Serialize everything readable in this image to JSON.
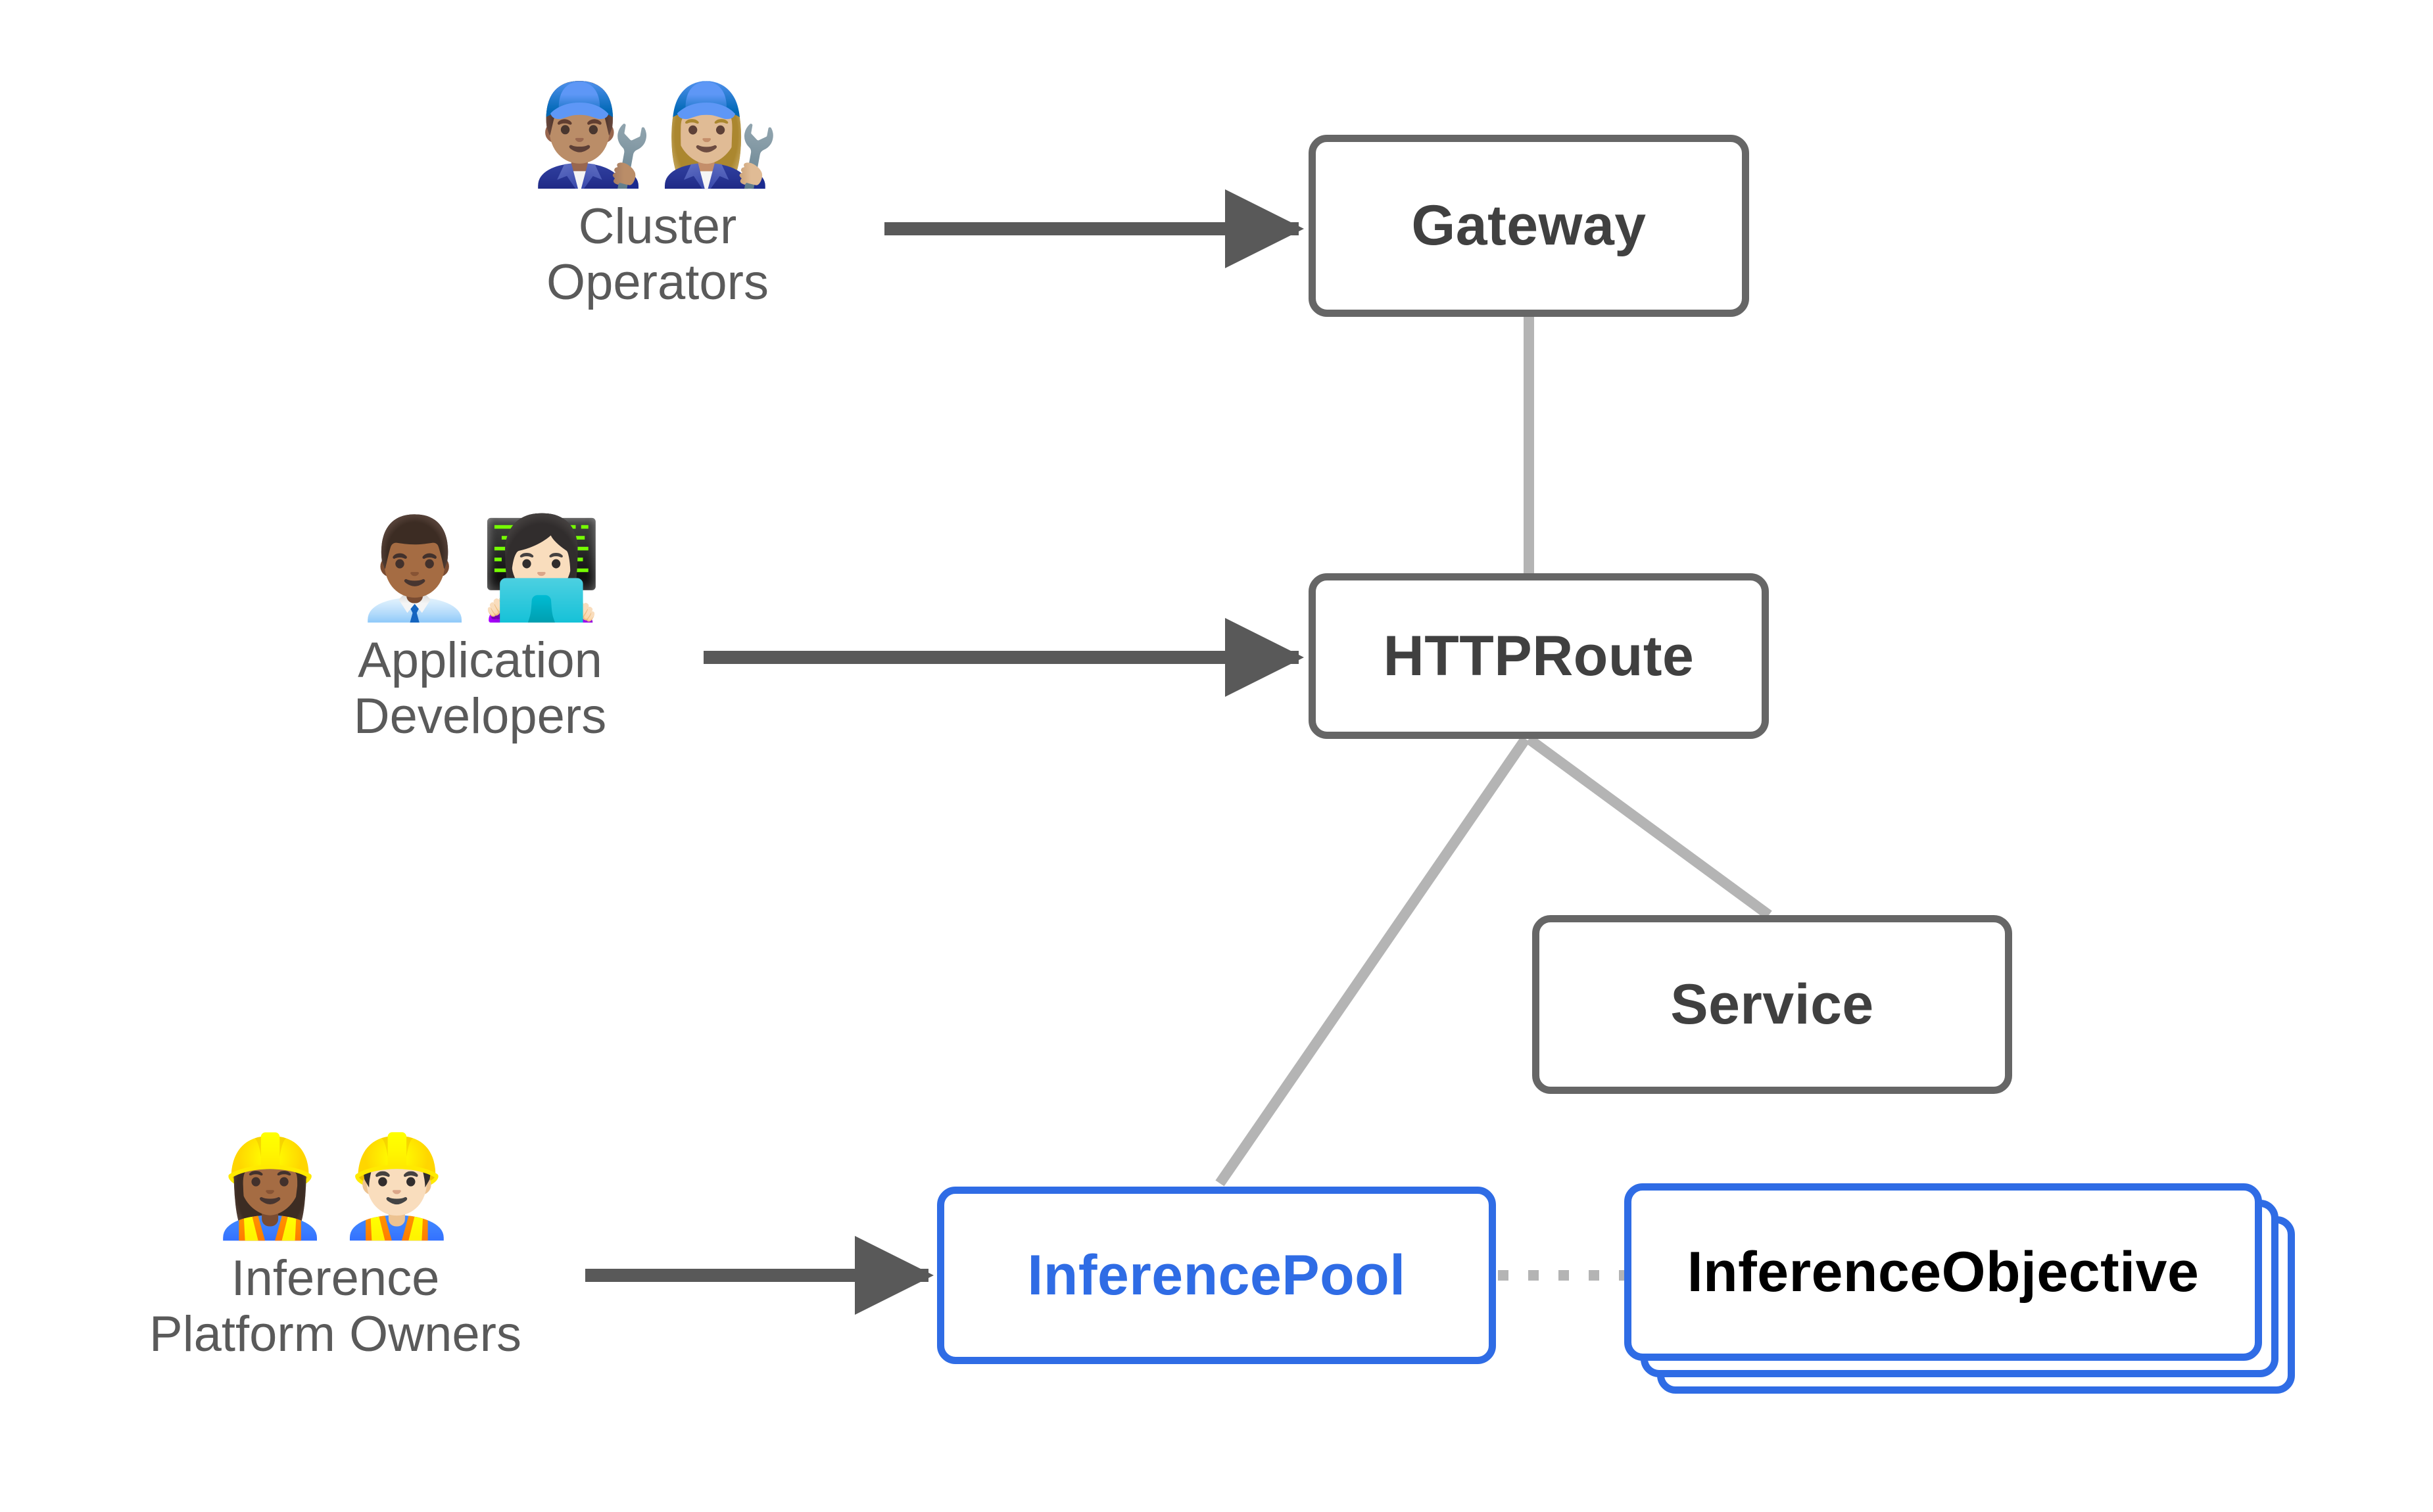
{
  "diagram": {
    "title": "Gateway API Inference Extension resource model",
    "background_color": "#ffffff",
    "colors": {
      "node_border_gray": "#666666",
      "node_text_gray": "#404040",
      "node_border_blue": "#2f6ce5",
      "node_text_blue": "#2f6ce5",
      "persona_text": "#5a5a5a",
      "arrow": "#595959",
      "connector_line": "#b4b4b4",
      "dotted_link": "#b4b4b4"
    }
  },
  "personas": [
    {
      "id": "cluster-operators",
      "label": "Cluster\nOperators",
      "emojis": "👨🏽‍🔧👩🏼‍🔧",
      "emoji_names": [
        "man-mechanic-emoji",
        "woman-mechanic-emoji"
      ],
      "targets": "Gateway"
    },
    {
      "id": "application-developers",
      "label": "Application\nDevelopers",
      "emojis": "👨🏾‍💼👩🏻‍💻",
      "emoji_names": [
        "man-office-worker-emoji",
        "woman-technologist-emoji"
      ],
      "targets": "HTTPRoute"
    },
    {
      "id": "inference-platform-owners",
      "label": "Inference\nPlatform Owners",
      "emojis": "👷🏾‍♀️👷🏻‍♂️",
      "emoji_names": [
        "woman-construction-worker-emoji",
        "man-construction-worker-emoji"
      ],
      "targets": "InferencePool"
    }
  ],
  "nodes": [
    {
      "id": "gateway",
      "label": "Gateway",
      "style": "gray"
    },
    {
      "id": "httproute",
      "label": "HTTPRoute",
      "style": "gray"
    },
    {
      "id": "service",
      "label": "Service",
      "style": "gray"
    },
    {
      "id": "inferencepool",
      "label": "InferencePool",
      "style": "blue"
    },
    {
      "id": "inferenceobjective",
      "label": "InferenceObjective",
      "style": "blue",
      "stacked": true,
      "stack_count": 3
    }
  ],
  "edges": [
    {
      "from": "cluster-operators",
      "to": "gateway",
      "kind": "arrow"
    },
    {
      "from": "application-developers",
      "to": "httproute",
      "kind": "arrow"
    },
    {
      "from": "inference-platform-owners",
      "to": "inferencepool",
      "kind": "arrow"
    },
    {
      "from": "gateway",
      "to": "httproute",
      "kind": "line"
    },
    {
      "from": "httproute",
      "to": "service",
      "kind": "line"
    },
    {
      "from": "httproute",
      "to": "inferencepool",
      "kind": "line"
    },
    {
      "from": "inferencepool",
      "to": "inferenceobjective",
      "kind": "dotted"
    }
  ]
}
